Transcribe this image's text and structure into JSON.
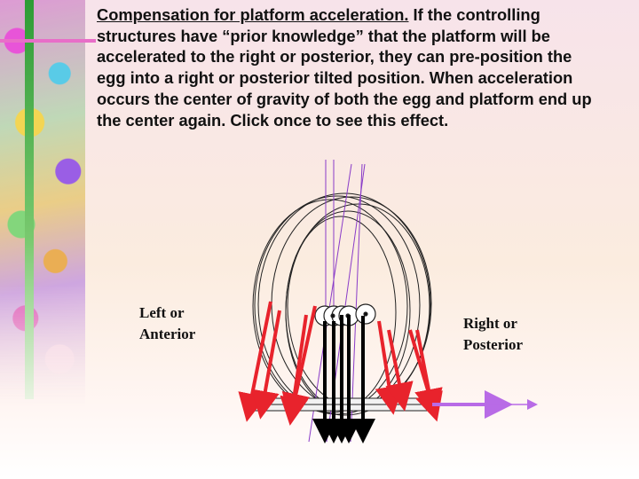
{
  "slide": {
    "caption_lead": "Compensation for platform acceleration.",
    "caption_rest": " If the controlling structures have “prior knowledge” that the platform will be accelerated to the right or posterior,  they can pre-position the egg into a right or posterior tilted position.  When acceleration occurs the center of gravity of both the egg and platform end up the center again.  Click once to see this effect.",
    "label_left_line1": "Left or",
    "label_left_line2": "Anterior",
    "label_right_line1": "Right or",
    "label_right_line2": "Posterior"
  },
  "colors": {
    "arrow_red": "#e8232c",
    "arrow_purple": "#b86be6",
    "vertical_lines": "#8a3cc8",
    "ellipse_stroke": "#222222"
  }
}
